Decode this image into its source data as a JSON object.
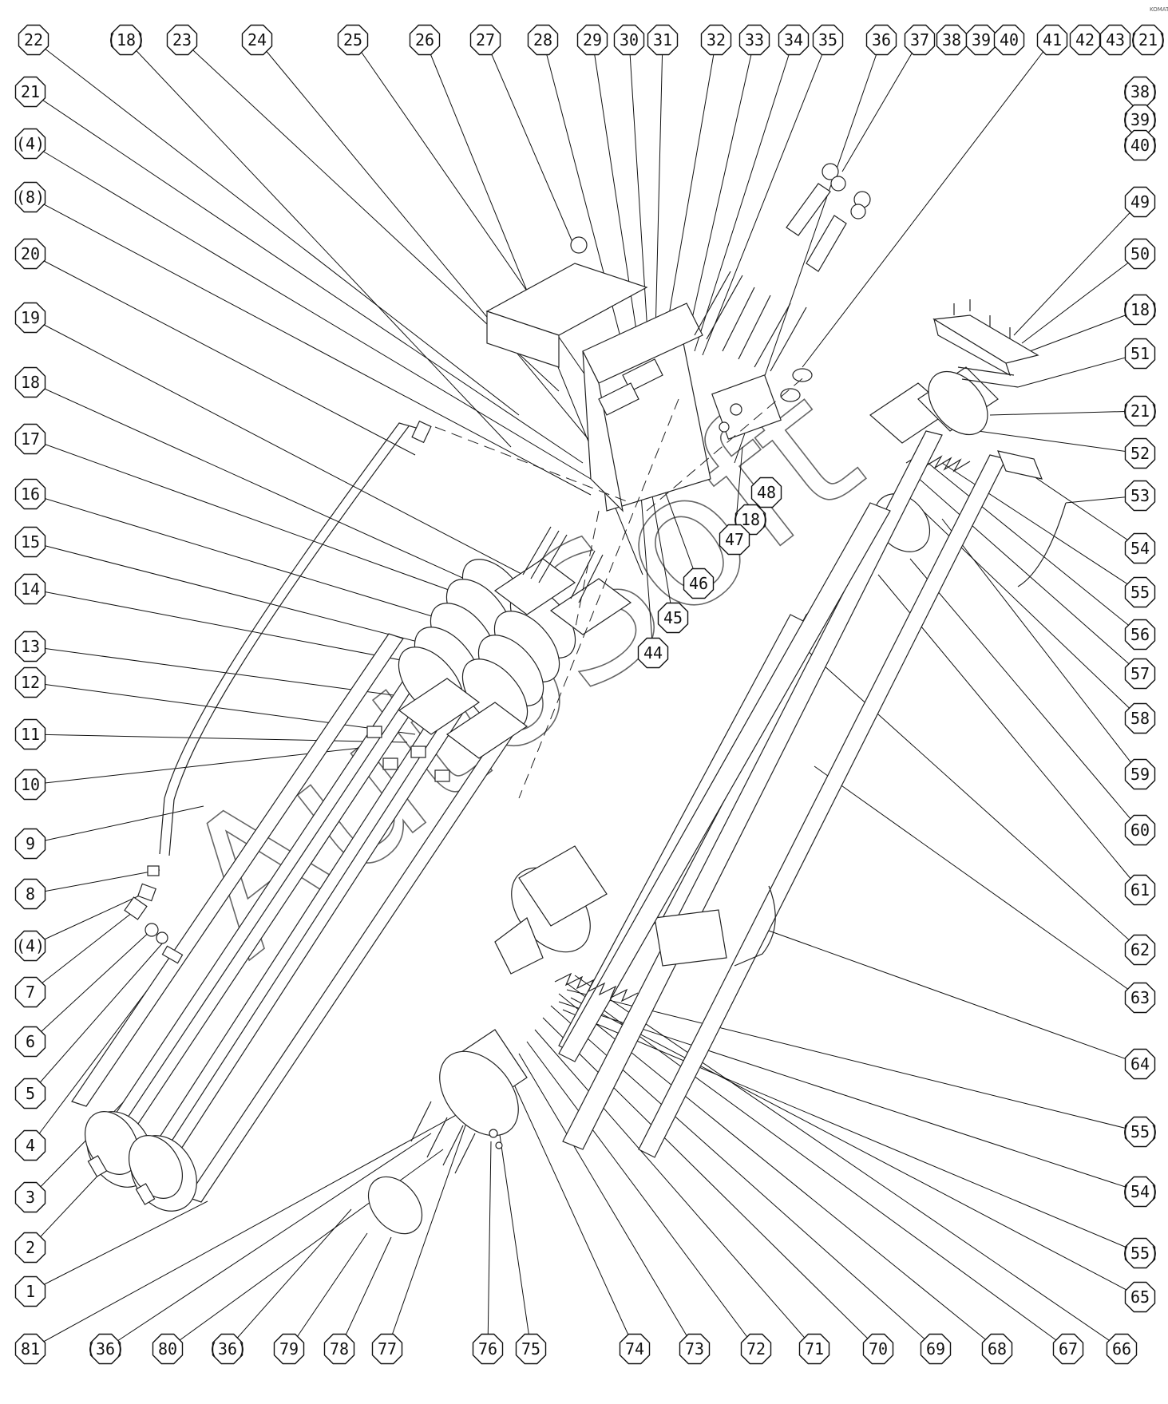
{
  "diagram": {
    "watermark": "AutoSoft",
    "corner_text": "KOMATSU",
    "callouts": [
      {
        "id": "c22",
        "label": "22"
      },
      {
        "id": "c18a",
        "label": "(18)"
      },
      {
        "id": "c23",
        "label": "23"
      },
      {
        "id": "c24",
        "label": "24"
      },
      {
        "id": "c25",
        "label": "25"
      },
      {
        "id": "c26",
        "label": "26"
      },
      {
        "id": "c27",
        "label": "27"
      },
      {
        "id": "c28",
        "label": "28"
      },
      {
        "id": "c29",
        "label": "29"
      },
      {
        "id": "c30",
        "label": "30"
      },
      {
        "id": "c31",
        "label": "31"
      },
      {
        "id": "c32",
        "label": "32"
      },
      {
        "id": "c33",
        "label": "33"
      },
      {
        "id": "c34",
        "label": "34"
      },
      {
        "id": "c35",
        "label": "35"
      },
      {
        "id": "c36",
        "label": "36"
      },
      {
        "id": "c37",
        "label": "37"
      },
      {
        "id": "c38",
        "label": "38"
      },
      {
        "id": "c39",
        "label": "39"
      },
      {
        "id": "c40",
        "label": "40"
      },
      {
        "id": "c41",
        "label": "41"
      },
      {
        "id": "c42",
        "label": "42"
      },
      {
        "id": "c43",
        "label": "43"
      },
      {
        "id": "c21a",
        "label": "(21)"
      },
      {
        "id": "c21",
        "label": "21"
      },
      {
        "id": "c4a",
        "label": "(4)"
      },
      {
        "id": "c8a",
        "label": "(8)"
      },
      {
        "id": "c20",
        "label": "20"
      },
      {
        "id": "c19",
        "label": "19"
      },
      {
        "id": "c18",
        "label": "18"
      },
      {
        "id": "c17",
        "label": "17"
      },
      {
        "id": "c16",
        "label": "16"
      },
      {
        "id": "c15",
        "label": "15"
      },
      {
        "id": "c14",
        "label": "14"
      },
      {
        "id": "c13",
        "label": "13"
      },
      {
        "id": "c12",
        "label": "12"
      },
      {
        "id": "c11",
        "label": "11"
      },
      {
        "id": "c10",
        "label": "10"
      },
      {
        "id": "c9",
        "label": "9"
      },
      {
        "id": "c8",
        "label": "8"
      },
      {
        "id": "c4b",
        "label": "(4)"
      },
      {
        "id": "c7",
        "label": "7"
      },
      {
        "id": "c6",
        "label": "6"
      },
      {
        "id": "c5",
        "label": "5"
      },
      {
        "id": "c4",
        "label": "4"
      },
      {
        "id": "c3",
        "label": "3"
      },
      {
        "id": "c2",
        "label": "2"
      },
      {
        "id": "c1",
        "label": "1"
      },
      {
        "id": "c81",
        "label": "81"
      },
      {
        "id": "c36a",
        "label": "(36)"
      },
      {
        "id": "c80",
        "label": "80"
      },
      {
        "id": "c36b",
        "label": "(36)"
      },
      {
        "id": "c79",
        "label": "79"
      },
      {
        "id": "c78",
        "label": "78"
      },
      {
        "id": "c77",
        "label": "77"
      },
      {
        "id": "c76",
        "label": "76"
      },
      {
        "id": "c75",
        "label": "75"
      },
      {
        "id": "c74",
        "label": "74"
      },
      {
        "id": "c73",
        "label": "73"
      },
      {
        "id": "c72",
        "label": "72"
      },
      {
        "id": "c71",
        "label": "71"
      },
      {
        "id": "c70",
        "label": "70"
      },
      {
        "id": "c69",
        "label": "69"
      },
      {
        "id": "c68",
        "label": "68"
      },
      {
        "id": "c67",
        "label": "67"
      },
      {
        "id": "c66",
        "label": "66"
      },
      {
        "id": "c38a",
        "label": "(38)"
      },
      {
        "id": "c39a",
        "label": "(39)"
      },
      {
        "id": "c40a",
        "label": "(40)"
      },
      {
        "id": "c49",
        "label": "49"
      },
      {
        "id": "c50",
        "label": "50"
      },
      {
        "id": "c18b",
        "label": "(18)"
      },
      {
        "id": "c51",
        "label": "51"
      },
      {
        "id": "c21b",
        "label": "(21)"
      },
      {
        "id": "c52",
        "label": "52"
      },
      {
        "id": "c53",
        "label": "53"
      },
      {
        "id": "c54",
        "label": "54"
      },
      {
        "id": "c55",
        "label": "55"
      },
      {
        "id": "c56",
        "label": "56"
      },
      {
        "id": "c57",
        "label": "57"
      },
      {
        "id": "c58",
        "label": "58"
      },
      {
        "id": "c59",
        "label": "59"
      },
      {
        "id": "c60",
        "label": "60"
      },
      {
        "id": "c61",
        "label": "61"
      },
      {
        "id": "c62",
        "label": "62"
      },
      {
        "id": "c63",
        "label": "63"
      },
      {
        "id": "c64",
        "label": "64"
      },
      {
        "id": "c55a",
        "label": "(55)"
      },
      {
        "id": "c54a",
        "label": "(54)"
      },
      {
        "id": "c55b",
        "label": "(55)"
      },
      {
        "id": "c65",
        "label": "65"
      },
      {
        "id": "c48",
        "label": "48"
      },
      {
        "id": "c18c",
        "label": "(18)"
      },
      {
        "id": "c47",
        "label": "47"
      },
      {
        "id": "c46",
        "label": "46"
      },
      {
        "id": "c45",
        "label": "45"
      },
      {
        "id": "c44",
        "label": "44"
      }
    ]
  }
}
